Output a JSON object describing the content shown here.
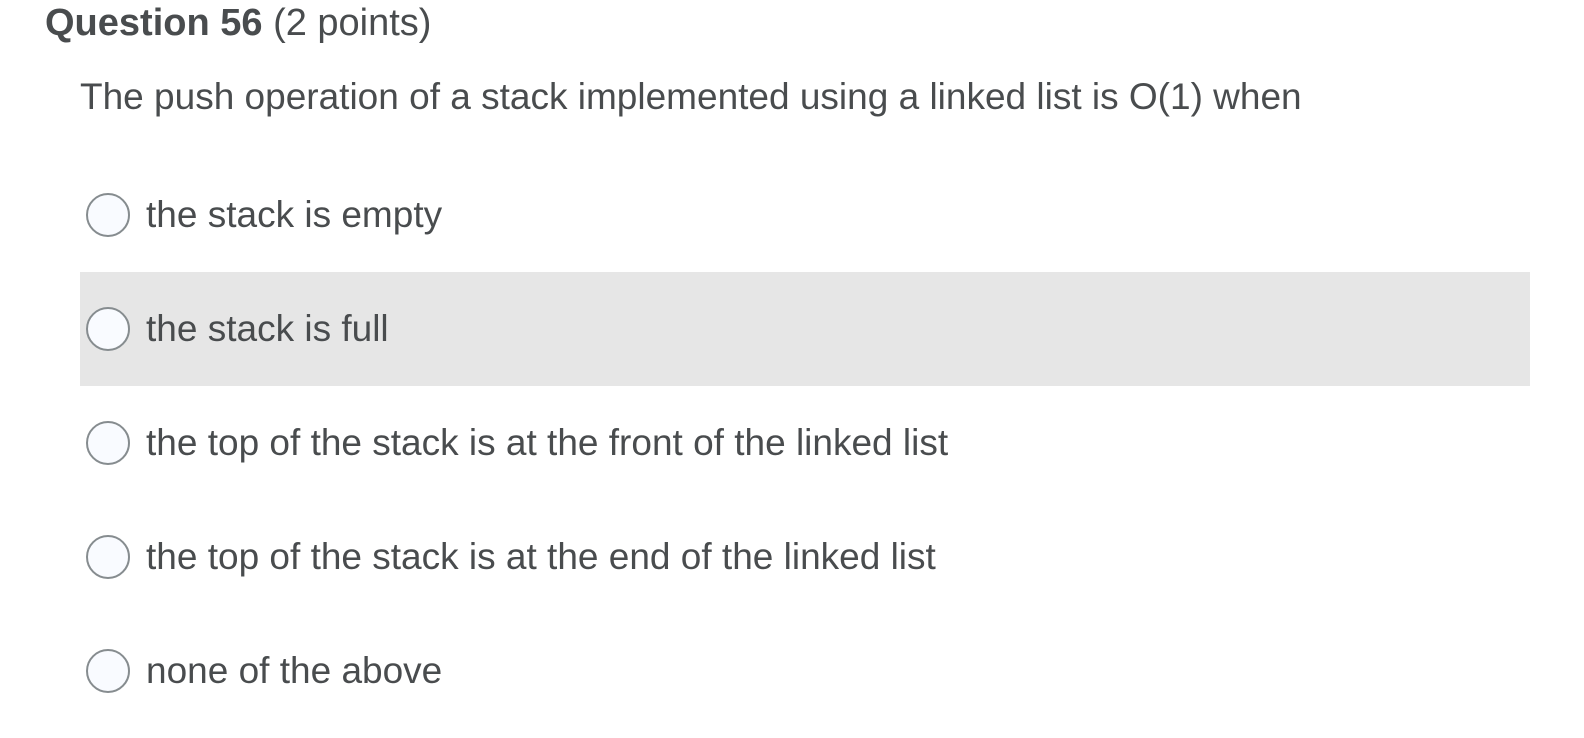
{
  "question": {
    "number_label": "Question 56",
    "points_label": "(2 points)",
    "text": "The push operation of a stack implemented using a linked list is O(1) when"
  },
  "options": [
    {
      "label": "the stack is empty",
      "highlighted": false
    },
    {
      "label": "the stack is full",
      "highlighted": true
    },
    {
      "label": "the top of the stack is at the front of the linked list",
      "highlighted": false
    },
    {
      "label": "the top of the stack is at the end of the linked list",
      "highlighted": false
    },
    {
      "label": "none of the above",
      "highlighted": false
    }
  ],
  "colors": {
    "text": "#494c4e",
    "hover_background": "#e6e6e6",
    "radio_border": "#868c8f",
    "radio_fill": "#f9fbff"
  }
}
